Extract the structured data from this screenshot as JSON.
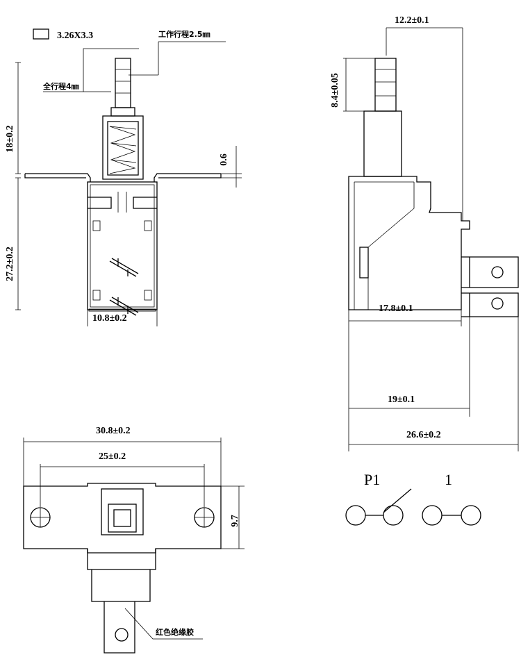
{
  "front_view": {
    "button_size": "3.26X3.3",
    "working_travel": "工作行程2.5㎜",
    "full_travel": "全行程4㎜",
    "height_top": "18±0.2",
    "flange_thickness": "0.6",
    "height_body": "27.2±0.2",
    "width_body": "10.8±0.2"
  },
  "side_view": {
    "width_top": "12.2±0.1",
    "stem_length": "8.4±0.05",
    "depth_1": "17.8±0.1",
    "depth_2": "19±0.1",
    "depth_3": "26.6±0.2"
  },
  "bottom_view": {
    "mount_length": "30.8±0.2",
    "hole_spacing": "25±0.2",
    "flange_height": "9.7",
    "insulation_note": "红色绝缘胶"
  },
  "schematic": {
    "label_p1": "P1",
    "label_1": "1"
  }
}
